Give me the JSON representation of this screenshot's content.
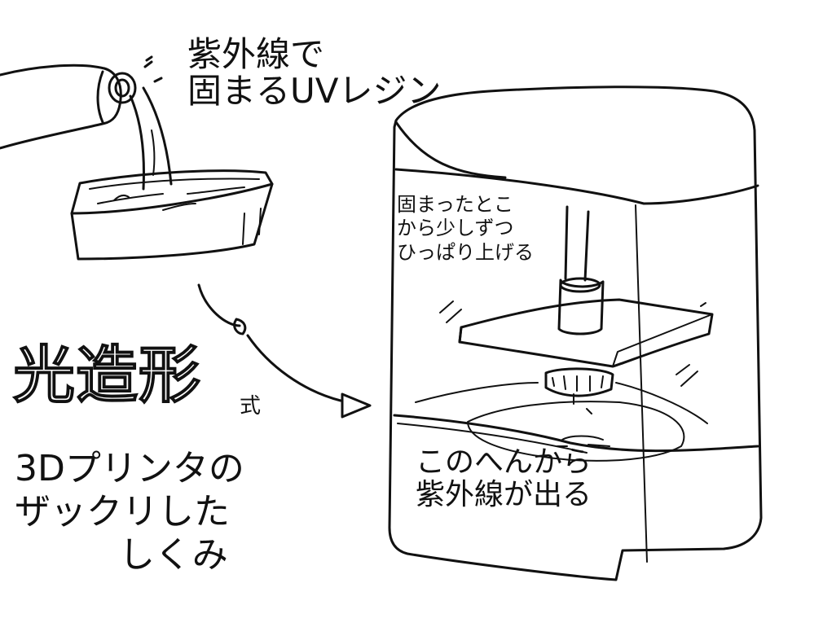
{
  "labels": {
    "resin_line1": "紫外線で",
    "resin_line2": "固まるUVレジン",
    "pull_line1": "固まったとこ",
    "pull_line2": "から少しずつ",
    "pull_line3": "ひっぱり上げる",
    "emit_line1": "このへんから",
    "emit_line2": "紫外線が出る"
  },
  "title": {
    "main": "光造形",
    "suffix": "式",
    "sub_line1": "3Dプリンタの",
    "sub_line2": "ザックリした",
    "sub_line3": "しくみ"
  },
  "colors": {
    "ink": "#111111",
    "paper": "#ffffff"
  }
}
